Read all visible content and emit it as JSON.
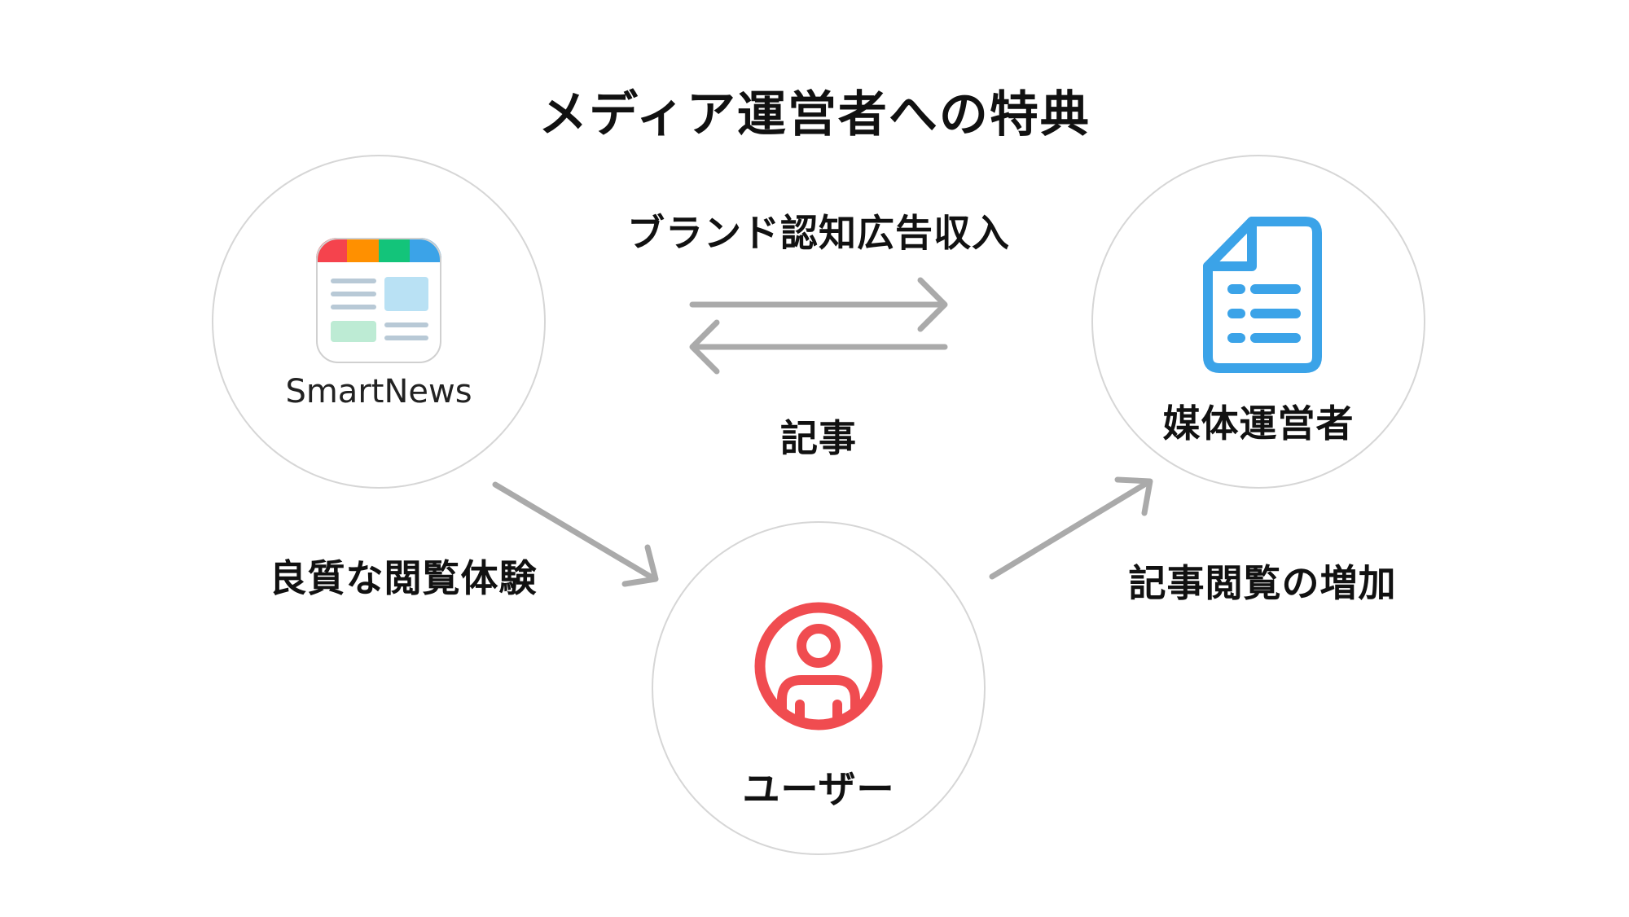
{
  "title": "メディア運営者への特典",
  "nodes": {
    "smartnews": {
      "label": "SmartNews"
    },
    "media": {
      "label": "媒体運営者"
    },
    "user": {
      "label": "ユーザー"
    }
  },
  "edges": {
    "to_media": "ブランド認知広告収入",
    "to_smartnews": "記事",
    "smartnews_to_user": "良質な閲覧体験",
    "user_to_media": "記事閲覧の増加"
  },
  "colors": {
    "arrow": "#aaaaaa",
    "circle_border": "#d6d6d6",
    "doc_icon": "#3ba3e8",
    "user_icon": "#f04c50",
    "app_stripes": [
      "#f5434d",
      "#ff9000",
      "#13c47a",
      "#3ba3e8"
    ]
  },
  "icons": {
    "smartnews": "smartnews-app-icon",
    "media": "document-icon",
    "user": "user-avatar-icon"
  }
}
